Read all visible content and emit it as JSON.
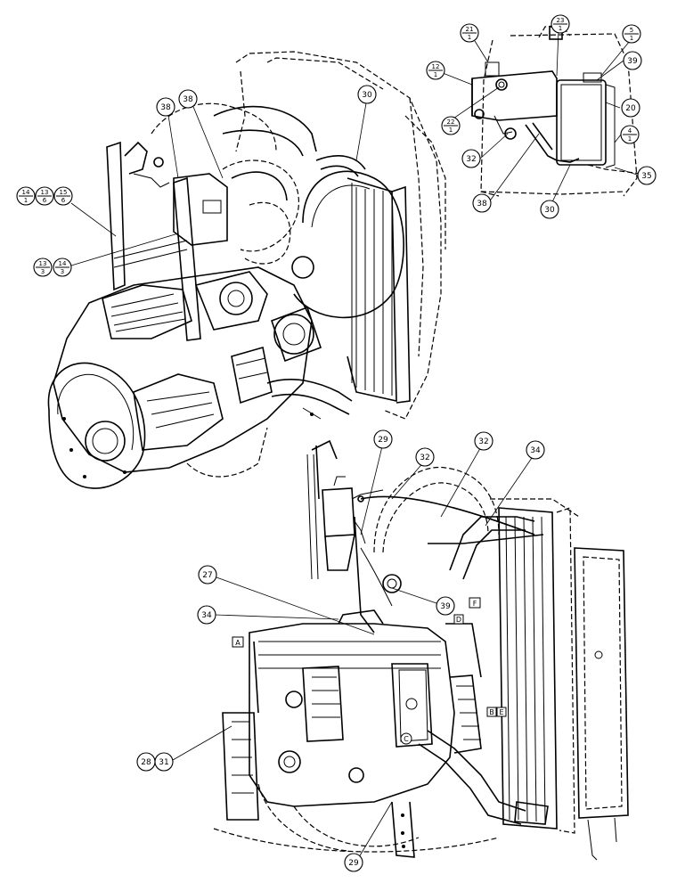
{
  "callouts": [
    {
      "id": "c21",
      "top": "21",
      "bottom": "1"
    },
    {
      "id": "c23",
      "top": "23",
      "bottom": "1"
    },
    {
      "id": "c5",
      "top": "5",
      "bottom": "1"
    },
    {
      "id": "c12",
      "top": "12",
      "bottom": "1"
    },
    {
      "id": "c39a",
      "top": "39",
      "bottom": ""
    },
    {
      "id": "c22",
      "top": "22",
      "bottom": "1"
    },
    {
      "id": "c20",
      "top": "20",
      "bottom": ""
    },
    {
      "id": "c4",
      "top": "4",
      "bottom": "1"
    },
    {
      "id": "c32a",
      "top": "32",
      "bottom": ""
    },
    {
      "id": "c35",
      "top": "35",
      "bottom": ""
    },
    {
      "id": "c38a",
      "top": "38",
      "bottom": ""
    },
    {
      "id": "c30",
      "top": "30",
      "bottom": ""
    },
    {
      "id": "c38b",
      "top": "38",
      "bottom": ""
    },
    {
      "id": "c38c",
      "top": "38",
      "bottom": ""
    },
    {
      "id": "c30b",
      "top": "30",
      "bottom": ""
    },
    {
      "id": "c14a",
      "top": "14",
      "bottom": "1"
    },
    {
      "id": "c13a",
      "top": "13",
      "bottom": "6"
    },
    {
      "id": "c15",
      "top": "15",
      "bottom": "6"
    },
    {
      "id": "c13b",
      "top": "13",
      "bottom": "3"
    },
    {
      "id": "c14b",
      "top": "14",
      "bottom": "3"
    },
    {
      "id": "c29a",
      "top": "29",
      "bottom": ""
    },
    {
      "id": "c32b",
      "top": "32",
      "bottom": ""
    },
    {
      "id": "c32c",
      "top": "32",
      "bottom": ""
    },
    {
      "id": "c34a",
      "top": "34",
      "bottom": ""
    },
    {
      "id": "c27",
      "top": "27",
      "bottom": ""
    },
    {
      "id": "c34b",
      "top": "34",
      "bottom": ""
    },
    {
      "id": "c39b",
      "top": "39",
      "bottom": ""
    },
    {
      "id": "c2831",
      "top": "28",
      "bottom": "31"
    },
    {
      "id": "c29b",
      "top": "29",
      "bottom": ""
    }
  ],
  "box_labels": {
    "a": "A",
    "f": "F",
    "b": "B",
    "c": "C",
    "d": "D",
    "e": "E"
  }
}
